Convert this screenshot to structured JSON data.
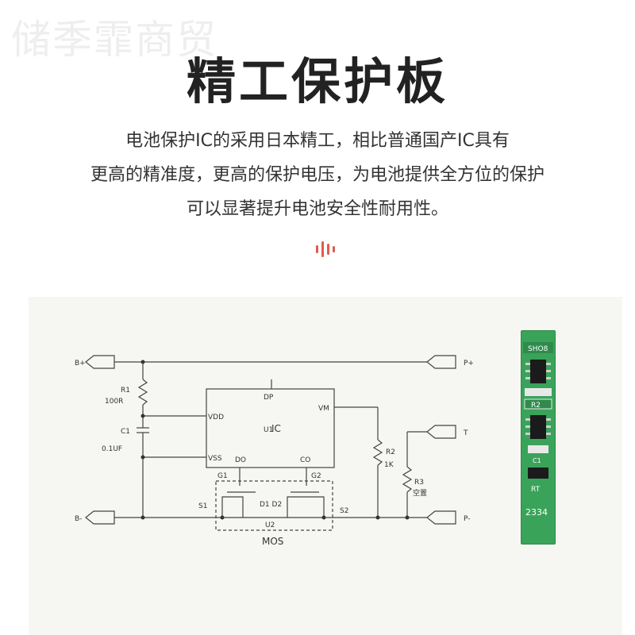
{
  "watermark": "储季霏商贸",
  "title": "精工保护板",
  "description": [
    "电池保护IC的采用日本精工，相比普通国产IC具有",
    "更高的精准度，更高的保护电压，为电池提供全方位的保护",
    "可以显著提升电池安全性耐用性。"
  ],
  "colors": {
    "accent": "#e05a4e",
    "pcb": "#3aa35a",
    "panel": "#f6f7f2"
  },
  "schematic": {
    "terminals": {
      "b_plus": "B+",
      "b_minus": "B-",
      "p_plus": "P+",
      "p_minus": "P-",
      "t": "T"
    },
    "r1": {
      "ref": "R1",
      "value": "100R"
    },
    "c1": {
      "ref": "C1",
      "value": "0.1UF"
    },
    "ic": {
      "ref": "U1",
      "name": "IC",
      "dp": "DP",
      "vdd": "VDD",
      "vss": "VSS",
      "vm": "VM",
      "do": "DO",
      "co": "CO"
    },
    "r2": {
      "ref": "R2",
      "value": "1K"
    },
    "r3": {
      "ref": "R3",
      "value": "空置"
    },
    "mos": {
      "g1": "G1",
      "g2": "G2",
      "s1": "S1",
      "s2": "S2",
      "d1d2": "D1 D2",
      "u2": "U2",
      "label": "MOS"
    }
  },
  "pcb": {
    "top_label": "SHO8",
    "r2_label": "R2",
    "c1_label": "C1",
    "rt_label": "RT",
    "code": "2334"
  }
}
